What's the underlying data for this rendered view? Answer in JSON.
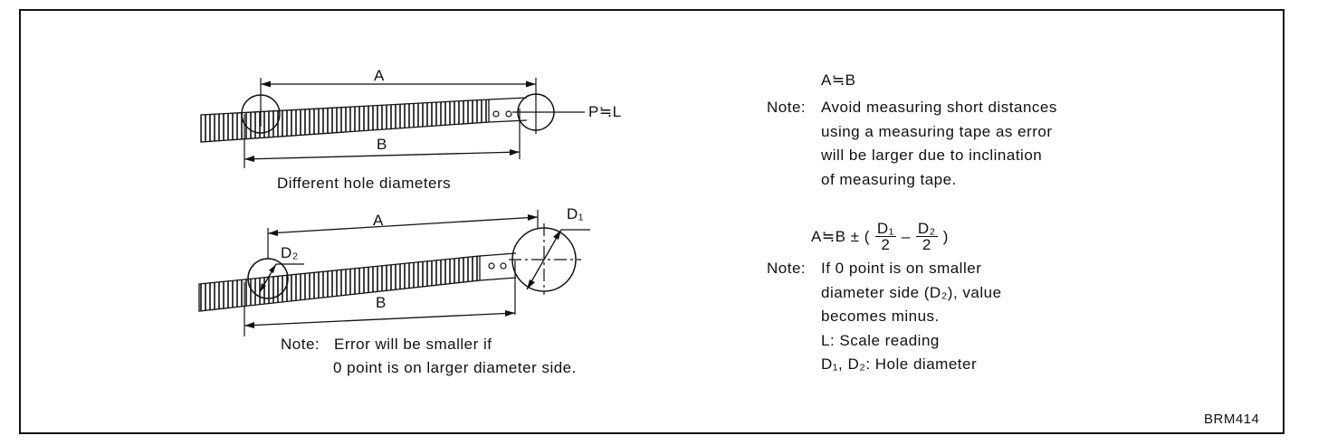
{
  "diagram1": {
    "label_a": "A",
    "label_b": "B",
    "label_pl": "P≒L",
    "caption": "Different hole diameters"
  },
  "diagram2": {
    "label_a": "A",
    "label_b": "B",
    "label_d1": "D₁",
    "label_d2": "D₂",
    "caption_note_label": "Note:",
    "caption_line1": "Error will be smaller if",
    "caption_line2": "0 point is on larger diameter side."
  },
  "right1": {
    "formula": "A≒B",
    "note_label": "Note:",
    "lines": [
      "Avoid measuring short distances",
      "using a measuring tape as error",
      "will be larger due to inclination",
      "of measuring tape."
    ]
  },
  "right2": {
    "formula_left": "A≒B ± (",
    "frac1_num": "D₁",
    "frac1_den": "2",
    "minus": "–",
    "frac2_num": "D₂",
    "frac2_den": "2",
    "formula_right": ")",
    "note_label": "Note:",
    "lines": [
      "If 0 point is on smaller",
      "diameter side (D₂), value",
      "becomes minus.",
      "L: Scale reading",
      "D₁, D₂: Hole diameter"
    ]
  },
  "figure_code": "BRM414"
}
